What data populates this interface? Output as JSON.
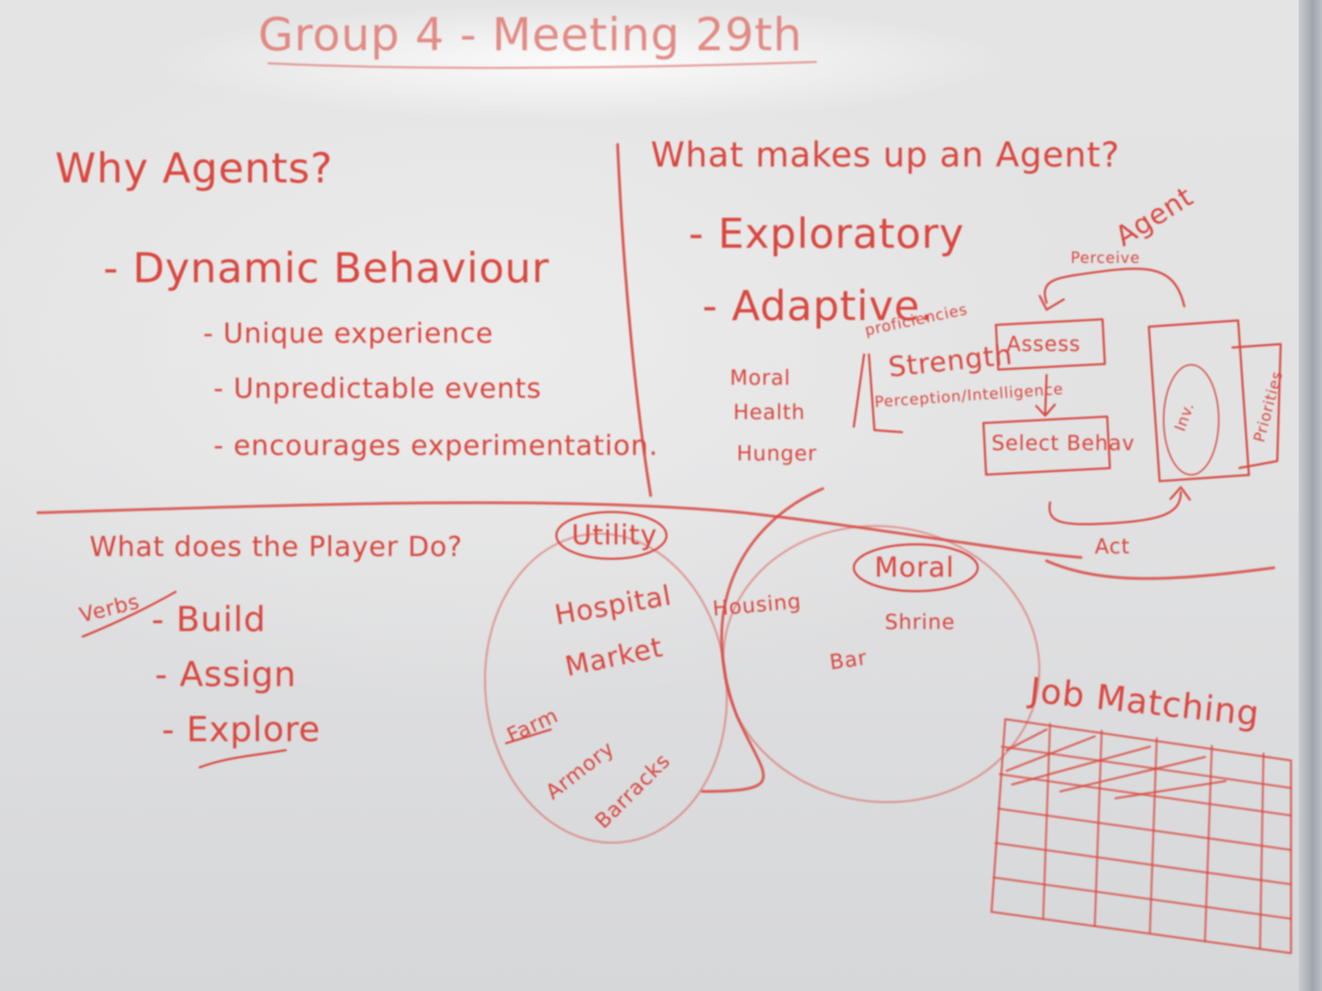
{
  "ink_color": "#d9473f",
  "title": "Group 4 - Meeting 29th",
  "why_agents": {
    "heading": "Why Agents?",
    "point": "- Dynamic Behaviour",
    "subpoints": [
      "- Unique experience",
      "- Unpredictable events",
      "- encourages experimentation."
    ]
  },
  "agent_makeup": {
    "heading": "What makes up an Agent?",
    "traits": [
      "- Exploratory",
      "- Adaptive."
    ],
    "stats": [
      "Moral",
      "Health",
      "Hunger"
    ],
    "attribute_labels": [
      "proficiencies",
      "Strength",
      "Perception/Intelligence"
    ]
  },
  "agent_loop": {
    "title": "Agent",
    "perceive": "Perceive",
    "assess": "Assess",
    "select": "Select Behav",
    "state": "Inv.",
    "side": "Priorities",
    "act": "Act"
  },
  "player": {
    "heading": "What does the Player Do?",
    "verbs_label": "Verbs",
    "verbs": [
      "- Build",
      "- Assign",
      "- Explore"
    ]
  },
  "venn": {
    "left_label": "Utility",
    "right_label": "Moral",
    "left_items": [
      "Hospital",
      "Market"
    ],
    "left_lower_items": [
      "Farm",
      "Armory",
      "Barracks"
    ],
    "center_item": "Housing",
    "right_items": [
      "Shrine",
      "Bar"
    ]
  },
  "job_matching": {
    "title": "Job Matching"
  }
}
